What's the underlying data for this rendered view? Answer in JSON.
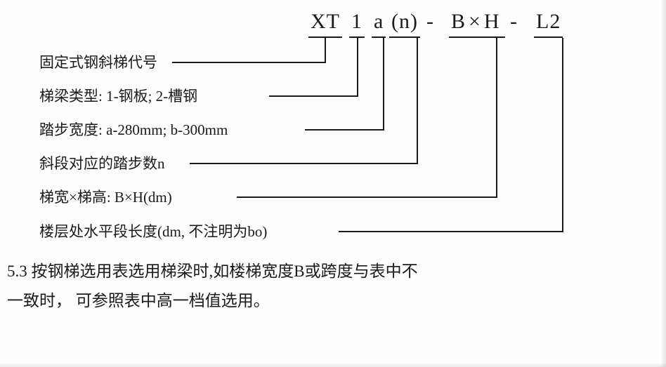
{
  "designation": {
    "full": "XT 1 a(n)- B×H- L2",
    "segments": [
      {
        "text": "XT",
        "underlined": true
      },
      {
        "text": "1",
        "underlined": true
      },
      {
        "text": "a",
        "underlined": true
      },
      {
        "text": "(n)",
        "underlined": true
      },
      {
        "text": "-",
        "underlined": false
      },
      {
        "text": "B×H",
        "underlined": true
      },
      {
        "text": "-",
        "underlined": false
      },
      {
        "text": "L2",
        "underlined": true
      }
    ]
  },
  "labels": [
    {
      "text": "固定式钢斜梯代号"
    },
    {
      "text": "梯梁类型: 1-钢板; 2-槽钢"
    },
    {
      "text": "踏步宽度: a-280mm; b-300mm"
    },
    {
      "text": "斜段对应的踏步数n"
    },
    {
      "text": "梯宽×梯高: B×H(dm)"
    },
    {
      "text": "楼层处水平段长度(dm, 不注明为bo)"
    }
  ],
  "note": {
    "lines": [
      "5.3 按钢梯选用表选用梯梁时,如楼梯宽度B或跨度与表中不",
      "一致时， 可参照表中高一档值选用。"
    ]
  },
  "colors": {
    "ink": "#1a1a1a",
    "paper": "#fdfdfd"
  }
}
